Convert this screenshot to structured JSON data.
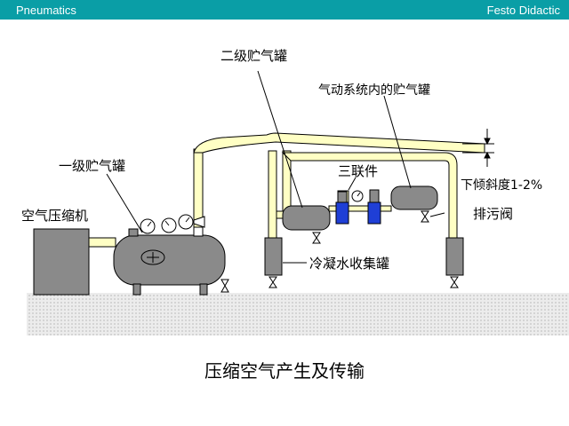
{
  "header": {
    "left": "Pneumatics",
    "right": "Festo Didactic",
    "color": "#0a9ea6"
  },
  "diagram": {
    "labels": {
      "compressor": "空气压缩机",
      "primary_tank": "一级贮气罐",
      "secondary_tank": "二级贮气罐",
      "system_tank": "气动系统内的贮气罐",
      "frl_unit": "三联件",
      "slope": "下倾斜度1-2%",
      "drain_valve": "排污阀",
      "condensate_collector": "冷凝水收集罐"
    },
    "caption": "压缩空气产生及传输",
    "colors": {
      "pipe": "#ffffc4",
      "vessel": "#8a8a8a",
      "filter_blue": "#1f3fd6",
      "floor": "#d9d9d9"
    }
  }
}
